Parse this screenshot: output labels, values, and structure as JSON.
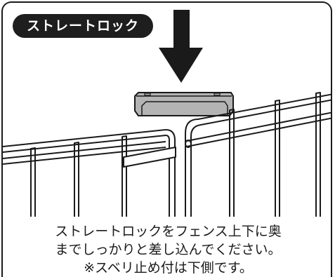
{
  "label": {
    "title": "ストレートロック"
  },
  "instructions": {
    "line1": "ストレートロックをフェンス上下に奥",
    "line2": "までしっかりと差し込んでください。",
    "line3": "※スベリ止め付は下側です。"
  },
  "colors": {
    "ink": "#1a1a1a",
    "lock_fill": "#b4b4b4",
    "pill_bg": "#1e1e1e",
    "pill_text": "#ffffff"
  }
}
